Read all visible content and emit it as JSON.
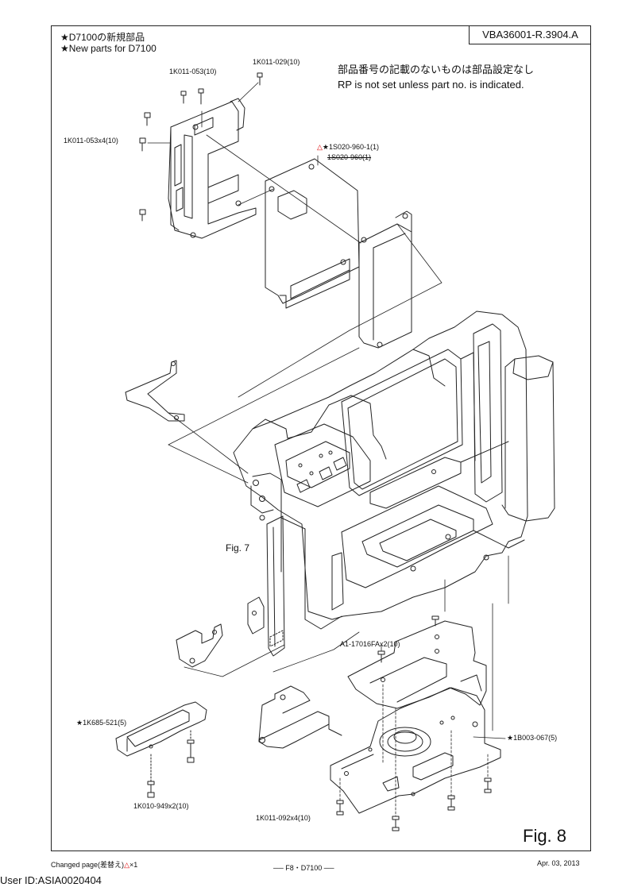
{
  "header": {
    "new_parts_jp": "★D7100の新規部品",
    "new_parts_en": "★New parts for D7100",
    "doc_id": "VBA36001-R.3904.A",
    "note_jp": "部品番号の記載のないものは部品設定なし",
    "note_en": "RP is not set unless part no. is indicated."
  },
  "part_labels": {
    "p1": "1K011-053(10)",
    "p2": "1K011-029(10)",
    "p3": "1K011-053x4(10)",
    "p4_mark": "△",
    "p4": "★1S020-960-1(1)",
    "p5": "1S020-960(1)",
    "p6": "A1-17016FAx2(10)",
    "p7": "★1K685-521(5)",
    "p8": "★1B003-067(5)",
    "p9": "1K010-949x2(10)",
    "p10": "1K011-092x4(10)"
  },
  "figures": {
    "fig7": "Fig. 7",
    "fig8": "Fig. 8"
  },
  "footer": {
    "changed_text": "Changed page(差替え)",
    "changed_mark": "△",
    "changed_count": "×1",
    "page": "── F8・D7100 ──",
    "date": "Apr. 03, 2013",
    "user_id": "User ID:ASIA0020404"
  },
  "colors": {
    "line": "#222222",
    "revision_mark": "#dd0000"
  }
}
